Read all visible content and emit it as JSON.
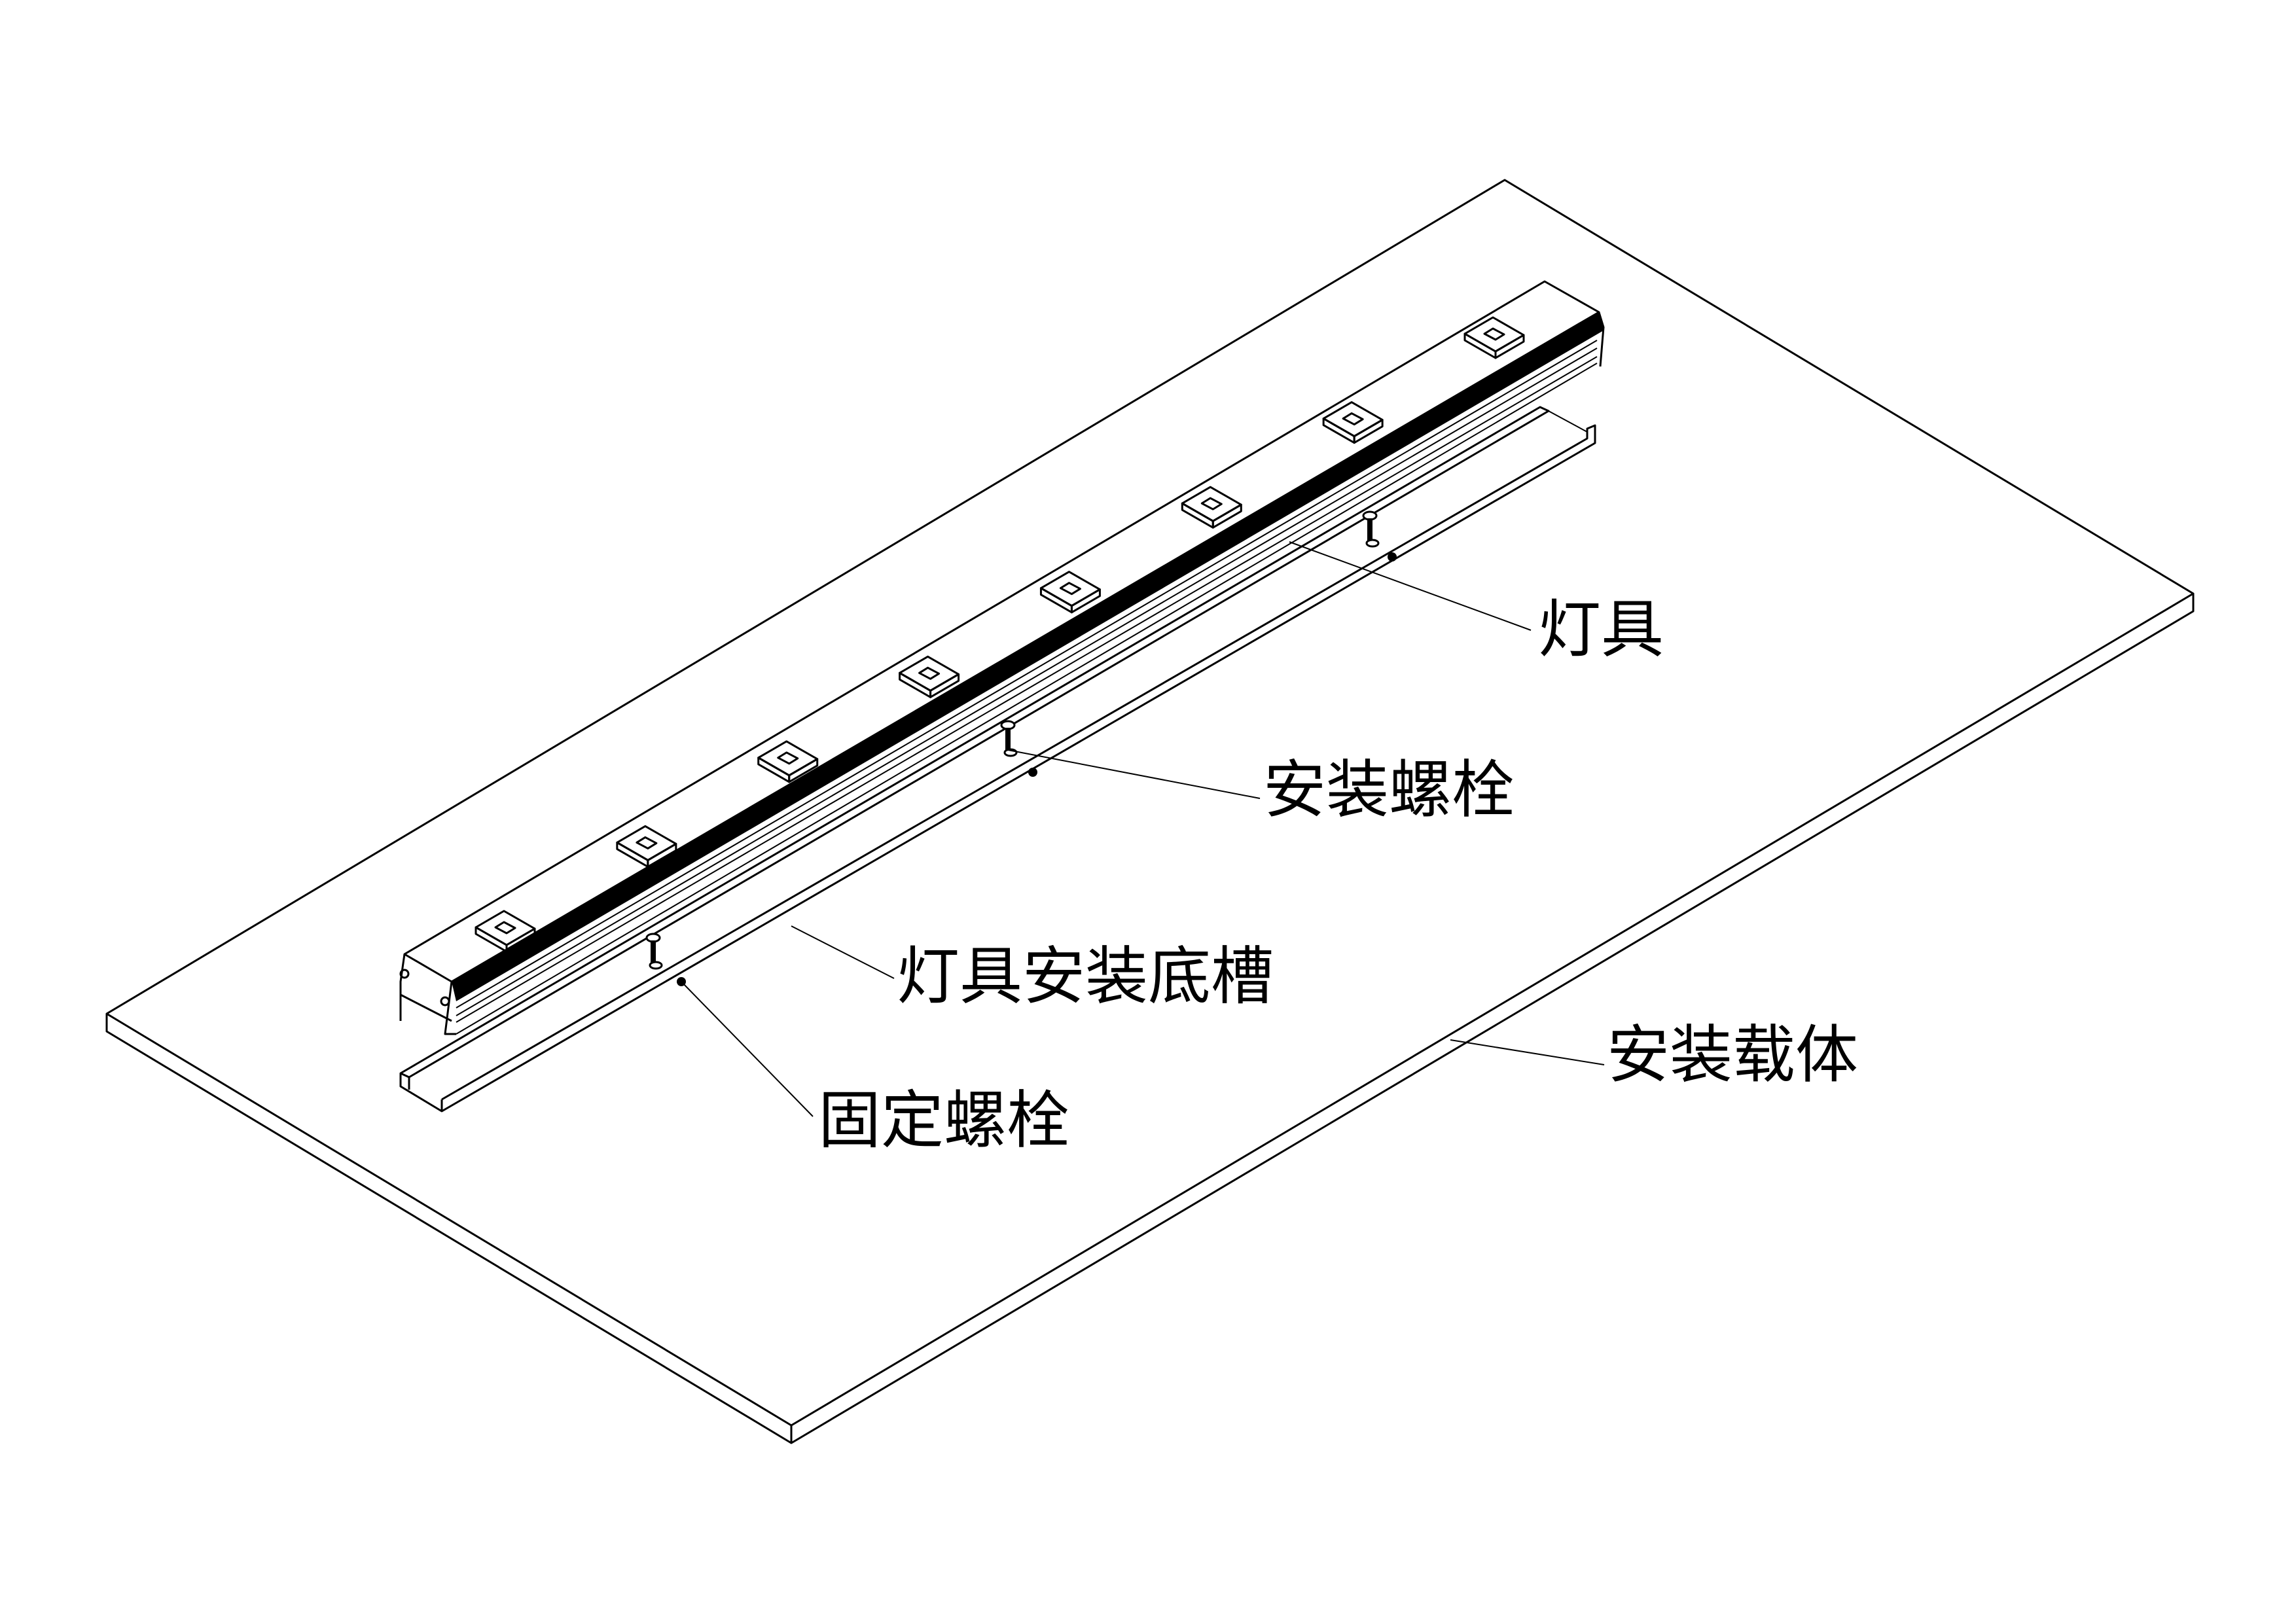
{
  "labels": {
    "fixture": "灯具",
    "mounting_bolt": "安装螺栓",
    "mounting_channel": "灯具安装底槽",
    "fixing_bolt": "固定螺栓",
    "mounting_carrier": "安装载体"
  },
  "led_count": 8,
  "colors": {
    "line": "#000000",
    "background": "#ffffff"
  }
}
